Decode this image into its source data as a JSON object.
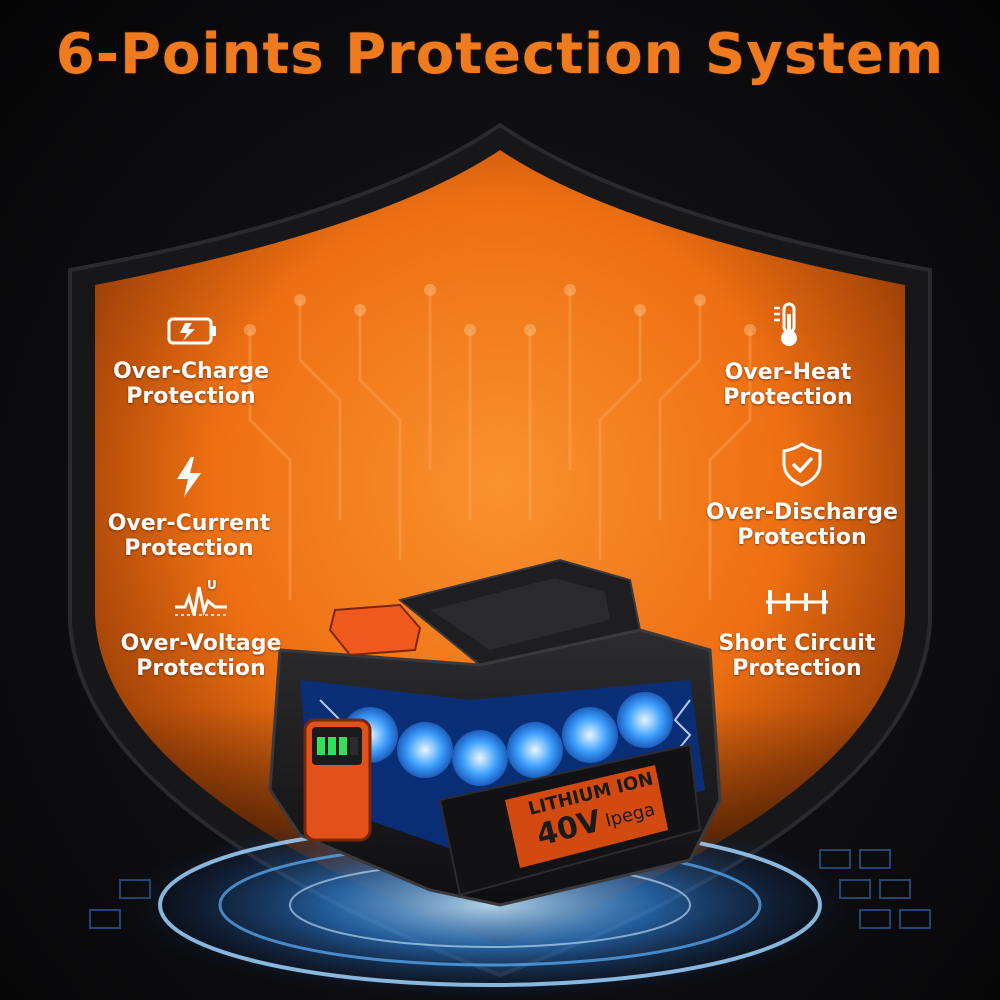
{
  "title": "6-Points Protection System",
  "colors": {
    "accent": "#f07a1e",
    "shield_outer": "#1b1b1f",
    "shield_inner": "#f47a1c",
    "glow": "#3fa8ff"
  },
  "features": [
    {
      "id": "over-charge",
      "icon": "battery-charge-icon",
      "line1": "Over-Charge",
      "line2": "Protection"
    },
    {
      "id": "over-current",
      "icon": "lightning-bolt-icon",
      "line1": "Over-Current",
      "line2": "Protection"
    },
    {
      "id": "over-voltage",
      "icon": "voltage-wave-icon",
      "line1": "Over-Voltage",
      "line2": "Protection"
    },
    {
      "id": "over-heat",
      "icon": "thermometer-icon",
      "line1": "Over-Heat",
      "line2": "Protection"
    },
    {
      "id": "over-discharge",
      "icon": "shield-check-icon",
      "line1": "Over-Discharge",
      "line2": "Protection"
    },
    {
      "id": "short-circuit",
      "icon": "circuit-resistor-icon",
      "line1": "Short Circuit",
      "line2": "Protection"
    }
  ],
  "battery": {
    "brand_line1": "LITHIUM ION",
    "brand_line2": "40V",
    "brand_name": "Ipega"
  }
}
